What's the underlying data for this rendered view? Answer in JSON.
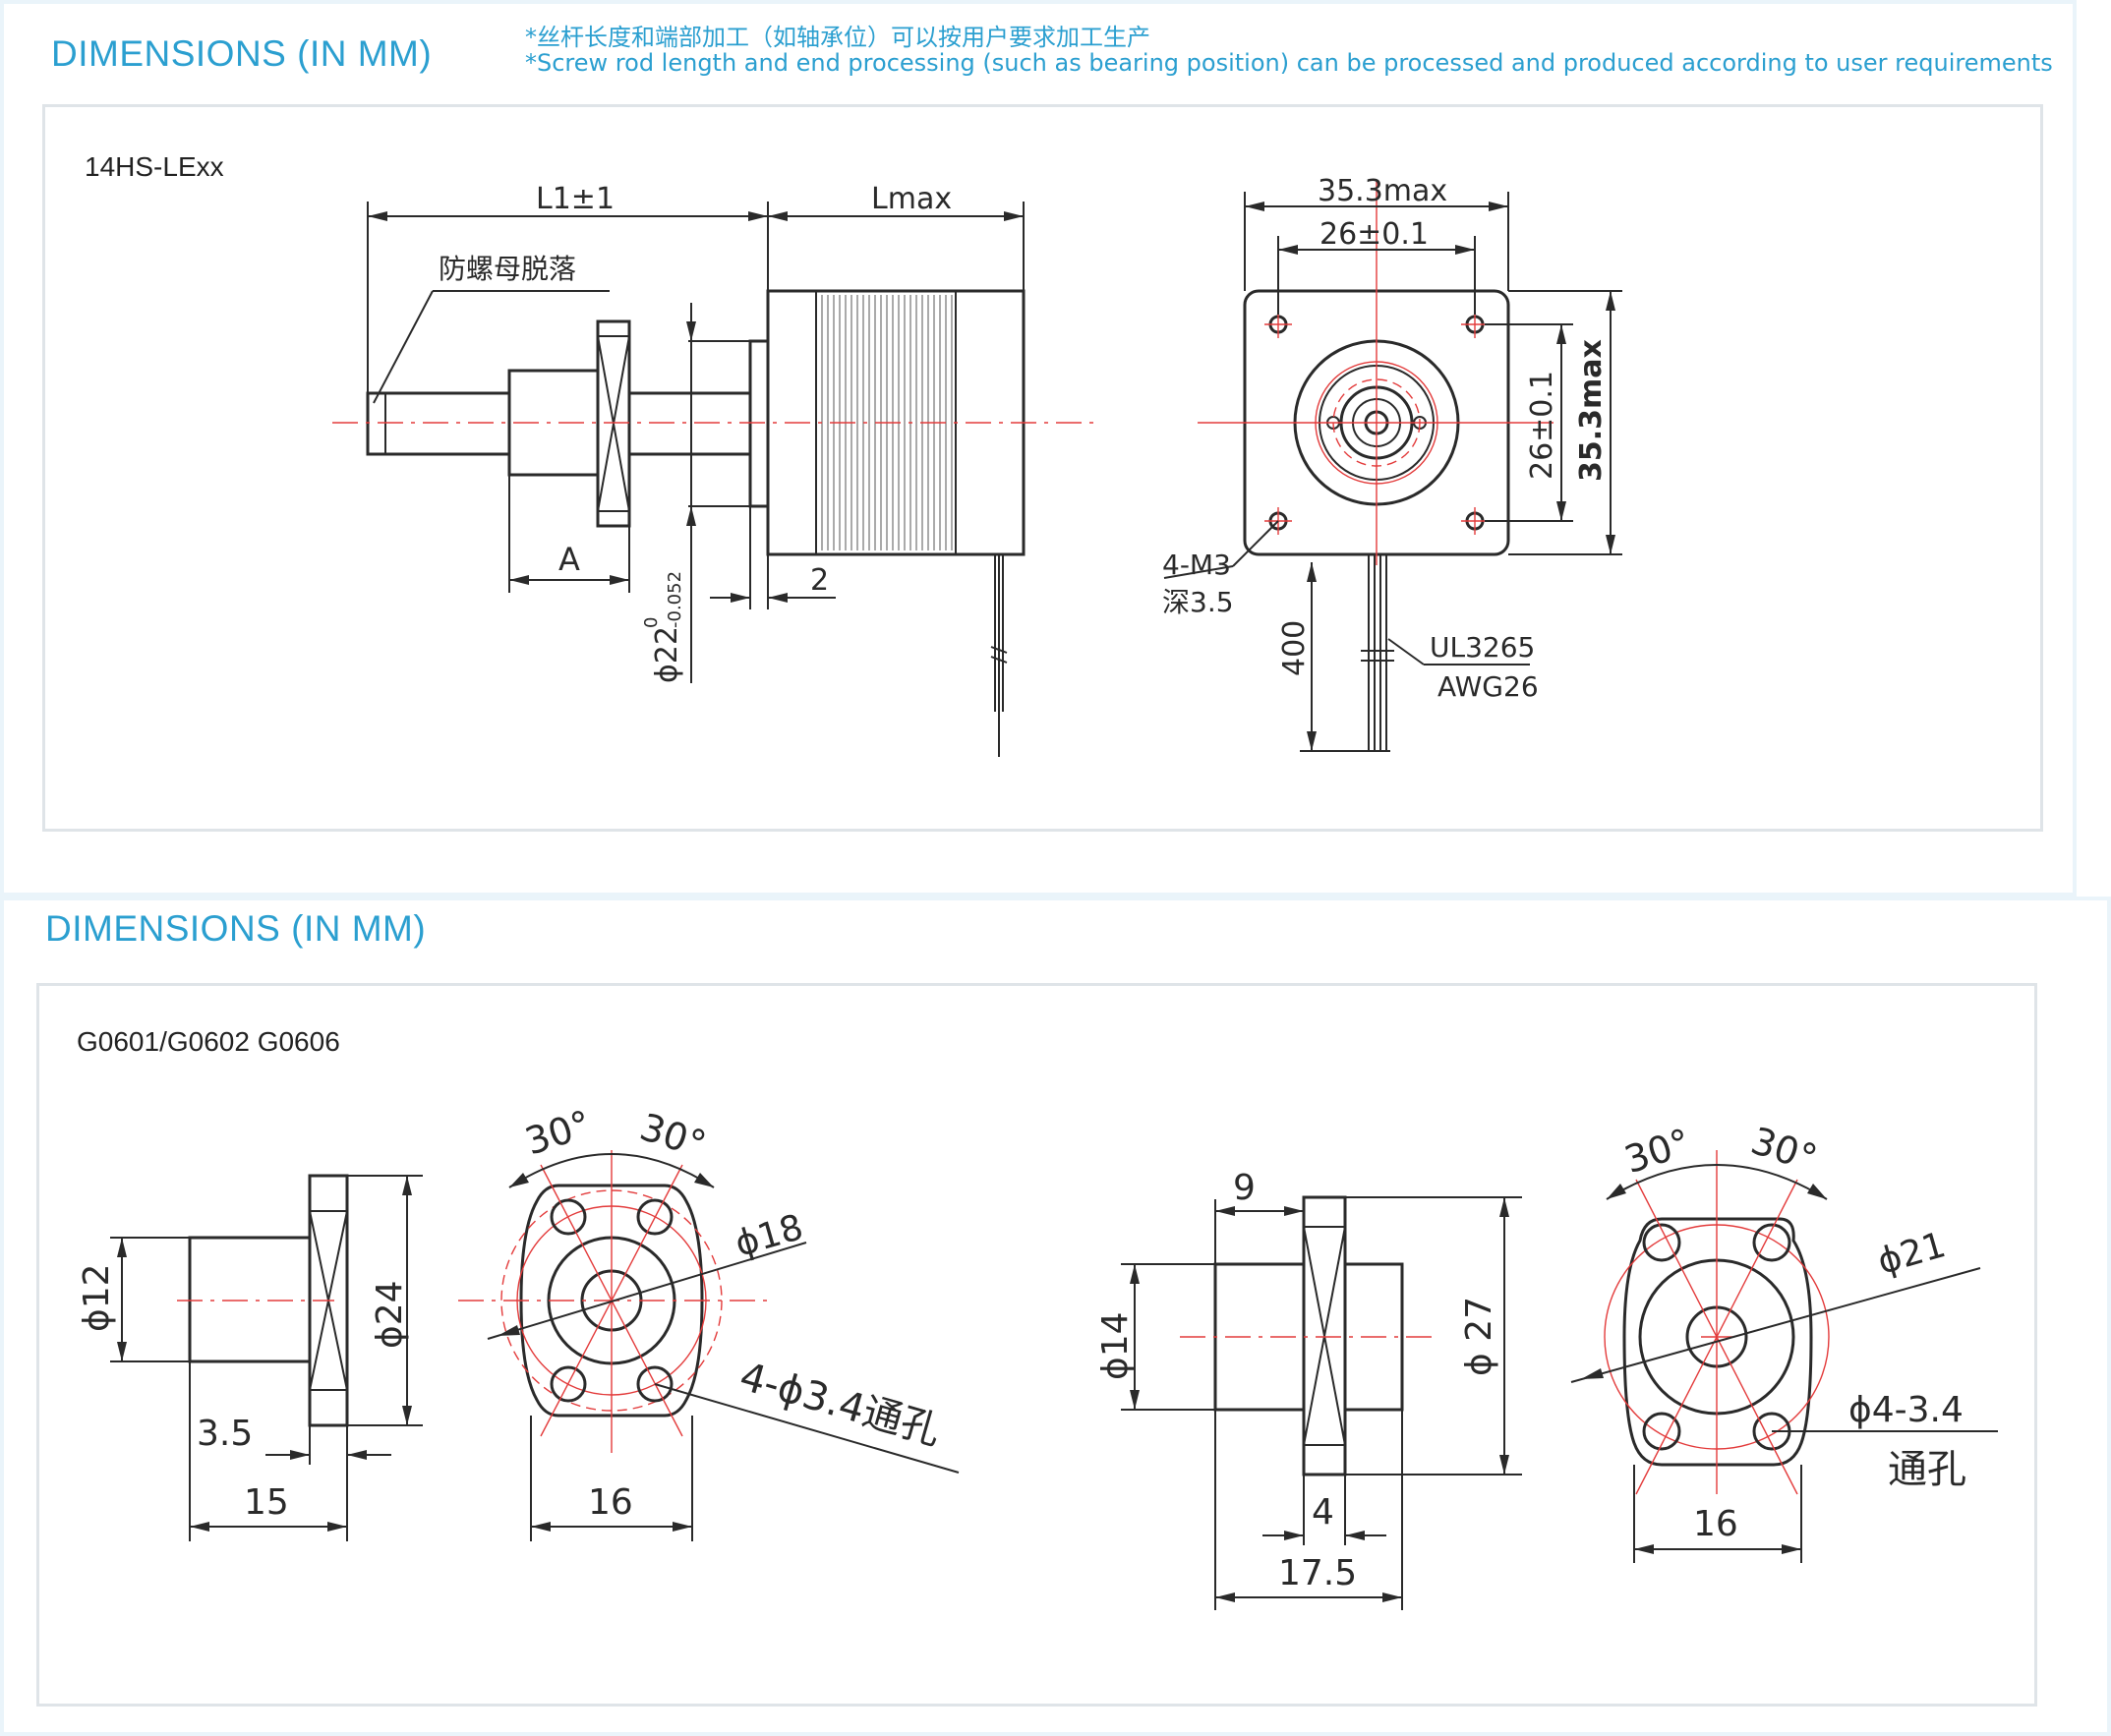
{
  "section1": {
    "title": "DIMENSIONS (IN MM)",
    "note_cn": "*丝杆长度和端部加工（如轴承位）可以按用户要求加工生产",
    "note_en": "*Screw rod length and end processing (such as bearing position) can be processed and produced according to user requirements",
    "model": "14HS-LExx",
    "labels": {
      "l1": "L1±1",
      "lmax": "Lmax",
      "anti_drop": "防螺母脱落",
      "a": "A",
      "two": "2",
      "phi22": "ϕ22",
      "phi22_tol_upper": "0",
      "phi22_tol_lower": "-0.052",
      "w353": "35.3max",
      "w26": "26±0.1",
      "h26": "26±0.1",
      "h353": "35.3max",
      "m3": "4-M3",
      "depth": "深3.5",
      "len400": "400",
      "wire1": "UL3265",
      "wire2": "AWG26"
    }
  },
  "section2": {
    "title": "DIMENSIONS (IN MM)",
    "model": "G0601/G0602 G0606",
    "labels": {
      "phi12": "ϕ12",
      "phi24": "ϕ24",
      "d35": "3.5",
      "d15": "15",
      "a30a": "30°",
      "a30b": "30°",
      "phi18": "ϕ18",
      "holes1": "4-ϕ3.4通孔",
      "d16a": "16",
      "d9": "9",
      "phi14": "ϕ14",
      "phi27": "ϕ 27",
      "d4": "4",
      "d175": "17.5",
      "a30c": "30°",
      "a30d": "30°",
      "phi21": "ϕ21",
      "holes2a": "ϕ4-3.4",
      "holes2b": "通孔",
      "d16b": "16"
    }
  }
}
